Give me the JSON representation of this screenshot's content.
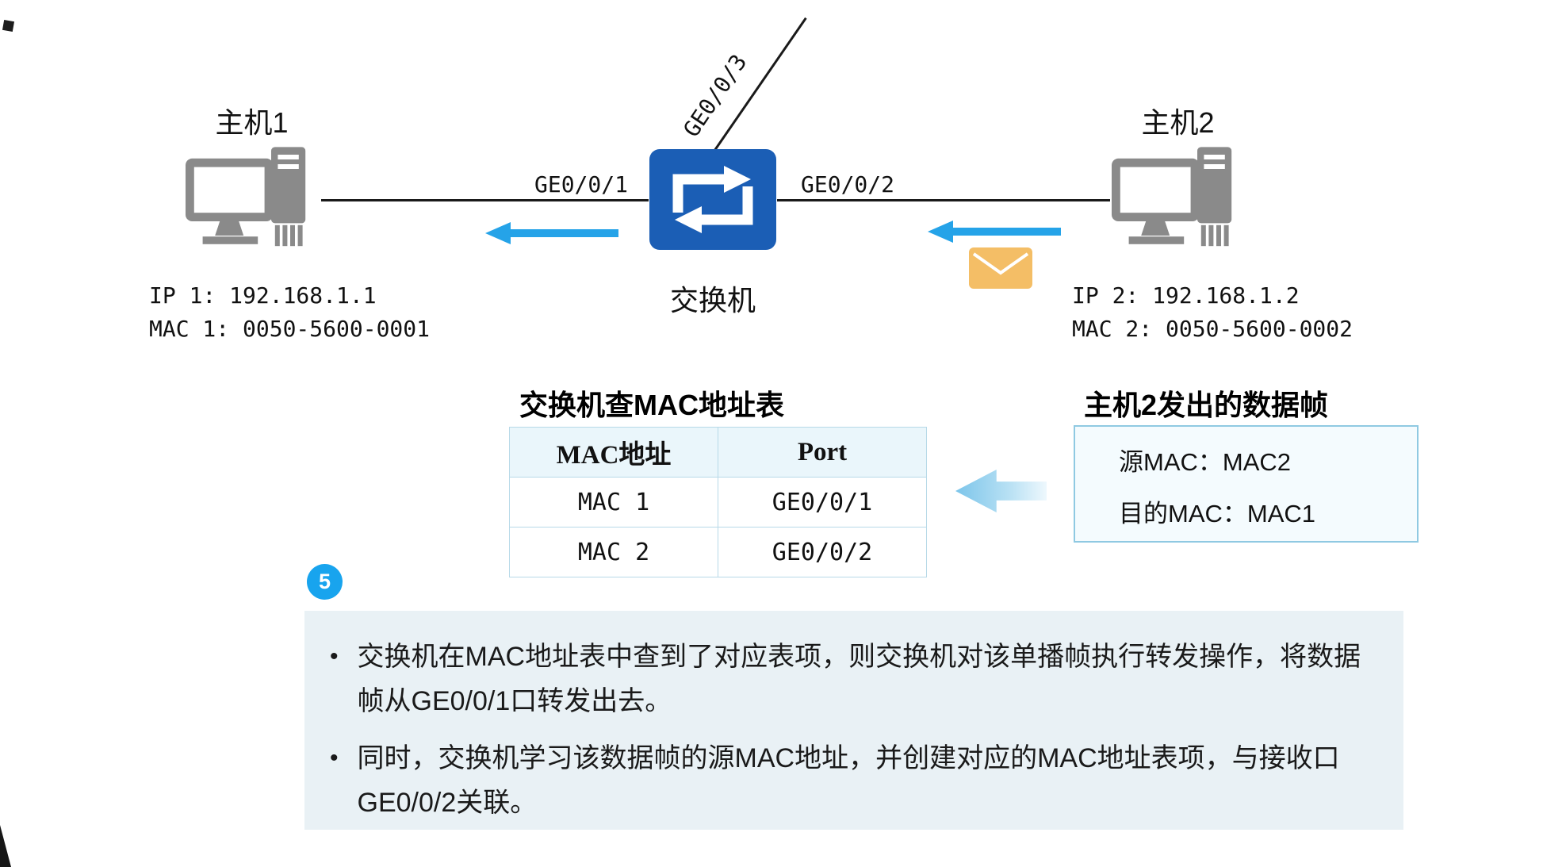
{
  "colors": {
    "switch_blue": "#1b5eb5",
    "arrow_blue": "#25a3e8",
    "envelope_orange": "#f4be66",
    "icon_gray": "#8a8a8a",
    "step_circle_blue": "#18a4ee",
    "panel_bg": "#e9f1f5",
    "table_header_bg": "#eaf6fb",
    "table_border": "#b7d9e8",
    "frame_box_border": "#8fc9e2"
  },
  "topology": {
    "host1": {
      "label": "主机1",
      "ip": "IP 1: 192.168.1.1",
      "mac": "MAC 1: 0050-5600-0001"
    },
    "host2": {
      "label": "主机2",
      "ip": "IP 2: 192.168.1.2",
      "mac": "MAC 2: 0050-5600-0002"
    },
    "switch": {
      "label": "交换机",
      "port_left": "GE0/0/1",
      "port_right": "GE0/0/2",
      "port_top": "GE0/0/3"
    }
  },
  "mac_table": {
    "title": "交换机查MAC地址表",
    "headers": [
      "MAC地址",
      "Port"
    ],
    "rows": [
      [
        "MAC 1",
        "GE0/0/1"
      ],
      [
        "MAC 2",
        "GE0/0/2"
      ]
    ]
  },
  "frame_box": {
    "title": "主机2发出的数据帧",
    "source": "源MAC：MAC2",
    "destination": "目的MAC：MAC1"
  },
  "step": {
    "number": "5",
    "bullets": [
      "交换机在MAC地址表中查到了对应表项，则交换机对该单播帧执行转发操作，将数据帧从GE0/0/1口转发出去。",
      "同时，交换机学习该数据帧的源MAC地址，并创建对应的MAC地址表项，与接收口GE0/0/2关联。"
    ]
  }
}
